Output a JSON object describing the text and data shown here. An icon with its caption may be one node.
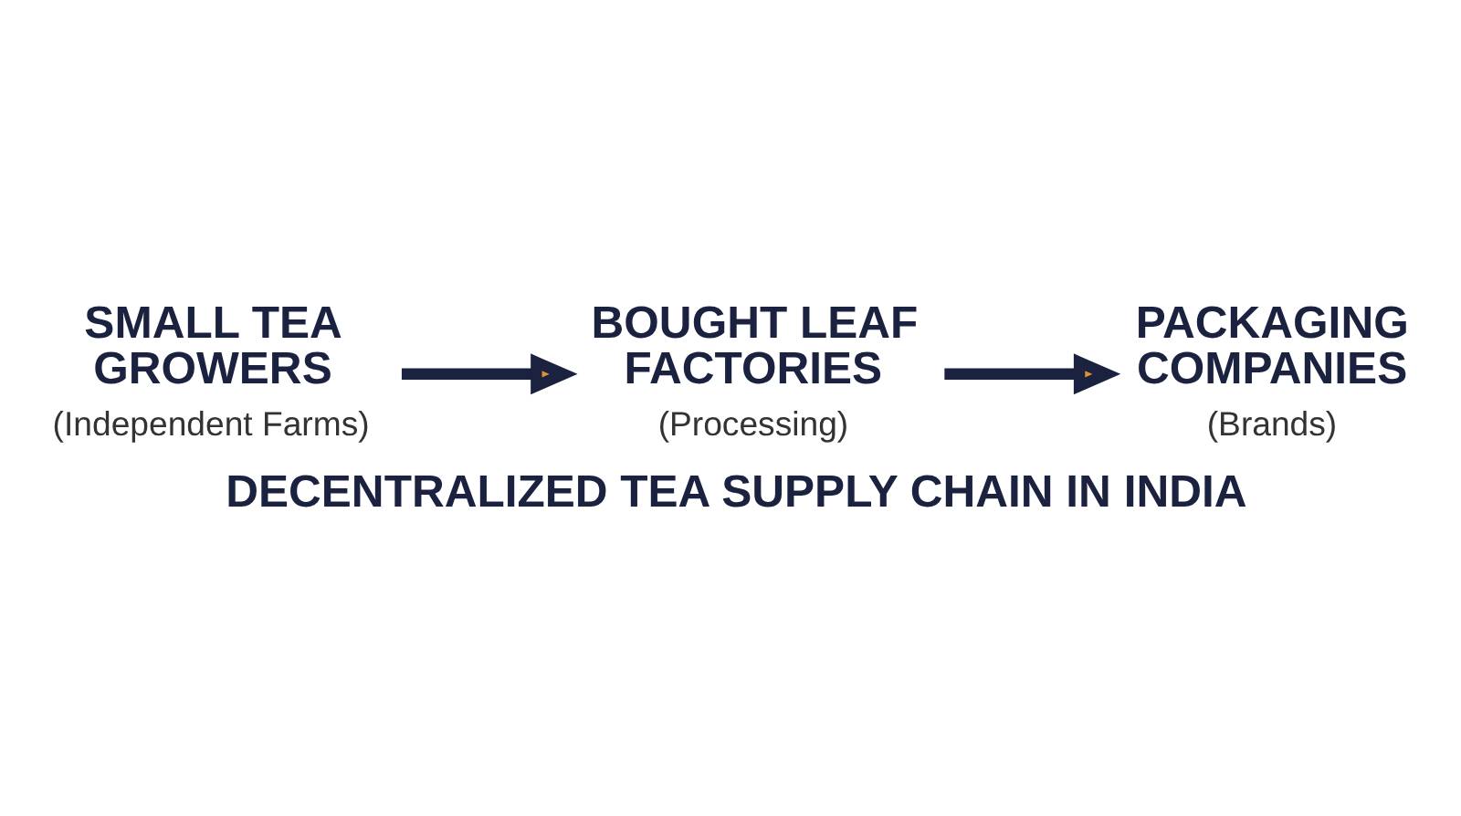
{
  "diagram": {
    "title": "DECENTRALIZED TEA SUPPLY CHAIN IN INDIA",
    "nodes": [
      {
        "text": [
          "SMALL TEA GROWERS",
          "(Independent Farms)"
        ]
      },
      {
        "text": [
          "BOUGHT LEAF FACTORIES",
          "(Processing)"
        ]
      },
      {
        "text": [
          "PACKAGING COMPANIES",
          "(Brands)"
        ]
      }
    ],
    "edges": [
      {
        "from": 0,
        "to": 1,
        "arrow": "to"
      },
      {
        "from": 1,
        "to": 2,
        "arrow": "to"
      }
    ]
  }
}
